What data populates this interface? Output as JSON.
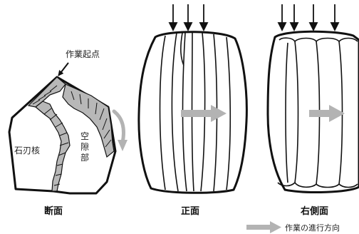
{
  "labels": {
    "work_start": "作業起点",
    "core": "石刃核",
    "void_part": "空隙部",
    "section": "断面",
    "front": "正面",
    "right_side": "右側面",
    "direction": "作業の進行方向"
  },
  "colors": {
    "stroke": "#111111",
    "hatch_fill": "#b8b8b8",
    "arrow_gray": "#b3b3b3"
  }
}
